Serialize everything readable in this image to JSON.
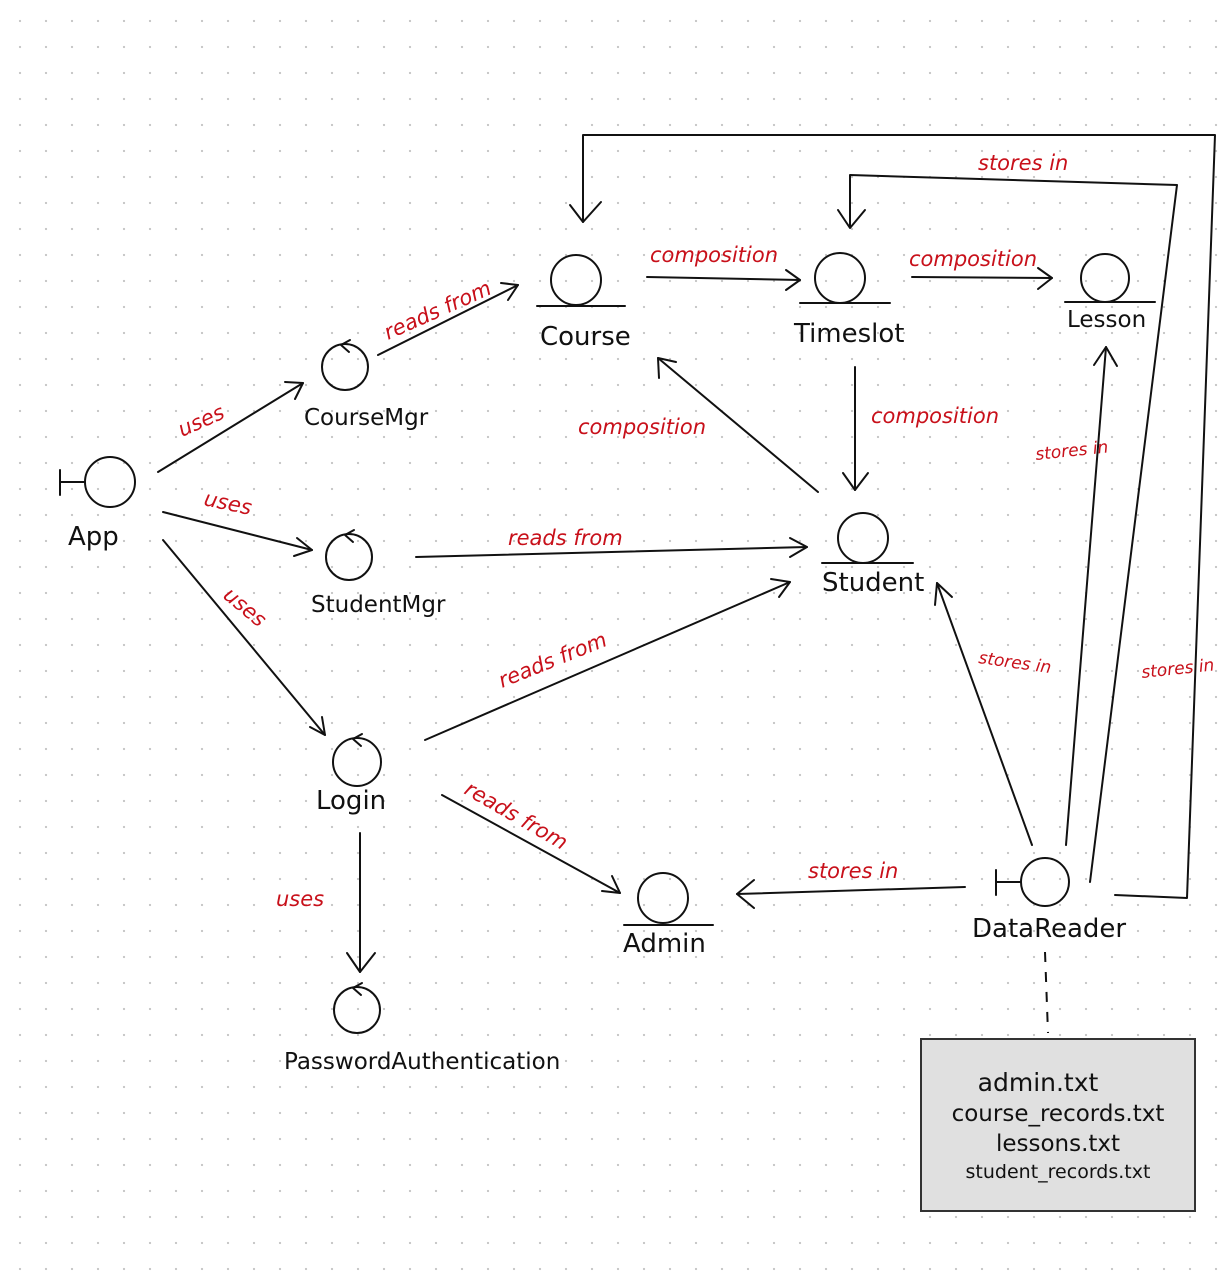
{
  "nodes": {
    "app": "App",
    "course_mgr": "CourseMgr",
    "student_mgr": "StudentMgr",
    "login": "Login",
    "password_auth": "PasswordAuthentication",
    "course": "Course",
    "timeslot": "Timeslot",
    "lesson": "Lesson",
    "student": "Student",
    "admin": "Admin",
    "data_reader": "DataReader"
  },
  "edges": {
    "app_coursemgr": "uses",
    "app_studentmgr": "uses",
    "app_login": "uses",
    "login_password": "uses",
    "coursemgr_course": "reads from",
    "studentmgr_student": "reads from",
    "login_student": "reads from",
    "login_admin": "reads from",
    "course_timeslot": "composition",
    "timeslot_lesson": "composition",
    "timeslot_student": "composition",
    "student_course": "composition",
    "datareader_admin": "stores in",
    "datareader_student": "stores in",
    "datareader_lesson": "stores in",
    "datareader_timeslot": "stores in",
    "datareader_course": "stores in"
  },
  "files": [
    "admin.txt",
    "course_records.txt",
    "lessons.txt",
    "student_records.txt"
  ]
}
